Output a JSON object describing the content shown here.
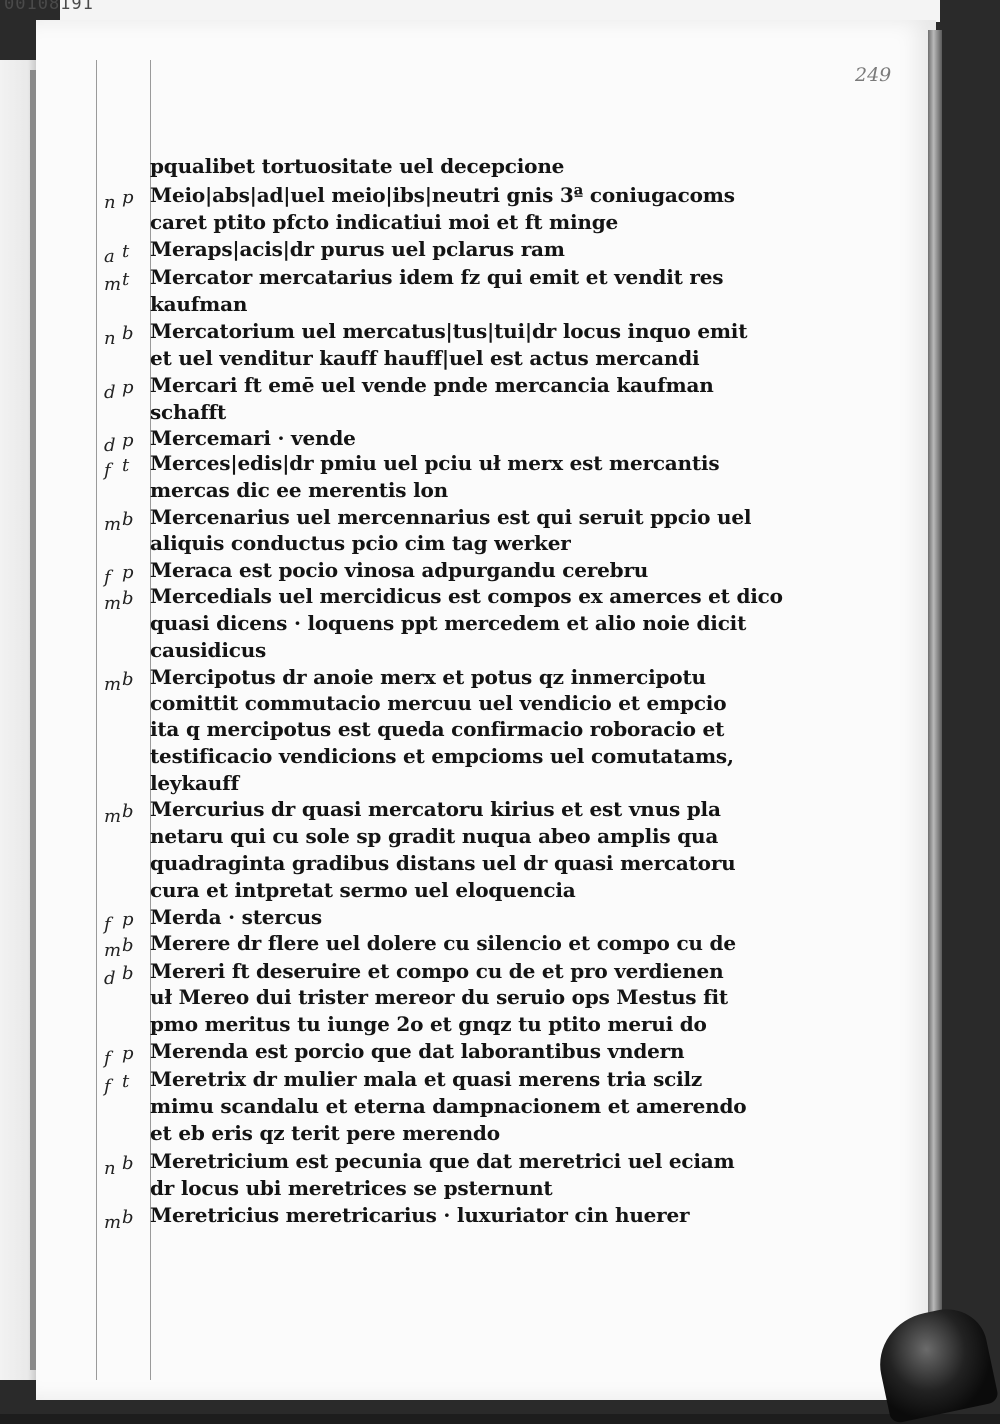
{
  "manuscript": {
    "archive_id": "00108191",
    "folio_number": "249",
    "entries": [
      {
        "m1": "",
        "m2": "",
        "text": "pqualibet tortuositate uel decepcione"
      },
      {
        "m1": "n",
        "m2": "p",
        "text": "Meio|abs|ad|uel meio|ibs|neutri gnis 3ª coniugacoms"
      },
      {
        "m1": "",
        "m2": "",
        "text": "caret ptito pfcto indicatiui moi et ft minge"
      },
      {
        "m1": "a",
        "m2": "t",
        "text": "Meraps|acis|dr purus uel pclarus ram"
      },
      {
        "m1": "m",
        "m2": "t",
        "text": "Mercator mercatarius idem fz qui emit et vendit res"
      },
      {
        "m1": "",
        "m2": "",
        "text": "kaufman"
      },
      {
        "m1": "n",
        "m2": "b",
        "text": "Mercatorium uel mercatus|tus|tui|dr locus inquo emit"
      },
      {
        "m1": "",
        "m2": "",
        "text": "et uel venditur kauff hauff|uel est actus mercandi"
      },
      {
        "m1": "d",
        "m2": "p",
        "text": "Mercari ft emē uel vende pnde mercancia kaufman"
      },
      {
        "m1": "",
        "m2": "",
        "text": "schafft"
      },
      {
        "m1": "d",
        "m2": "p",
        "text": "Mercemari · vende"
      },
      {
        "m1": "f",
        "m2": "t",
        "text": "Merces|edis|dr pmiu uel pciu uł merx est mercantis"
      },
      {
        "m1": "",
        "m2": "",
        "text": "mercas dic ee merentis lon"
      },
      {
        "m1": "m",
        "m2": "b",
        "text": "Mercenarius uel mercennarius est qui seruit ppcio uel"
      },
      {
        "m1": "",
        "m2": "",
        "text": "aliquis conductus pcio cim tag werker"
      },
      {
        "m1": "f",
        "m2": "p",
        "text": "Meraca est pocio vinosa adpurgandu cerebru"
      },
      {
        "m1": "m",
        "m2": "b",
        "text": "Mercedials uel mercidicus est compos ex amerces et dico"
      },
      {
        "m1": "",
        "m2": "",
        "text": "quasi dicens · loquens ppt mercedem et alio noie dicit"
      },
      {
        "m1": "",
        "m2": "",
        "text": "causidicus"
      },
      {
        "m1": "m",
        "m2": "b",
        "text": "Mercipotus dr anoie merx et potus qz inmercipotu"
      },
      {
        "m1": "",
        "m2": "",
        "text": "comittit commutacio mercuu uel vendicio et empcio"
      },
      {
        "m1": "",
        "m2": "",
        "text": "ita q mercipotus est queda confirmacio roboracio et"
      },
      {
        "m1": "",
        "m2": "",
        "text": "testificacio vendicions et empcioms uel comutatams,"
      },
      {
        "m1": "",
        "m2": "",
        "text": "leykauff"
      },
      {
        "m1": "m",
        "m2": "b",
        "text": "Mercurius dr quasi mercatoru kirius et est vnus pla"
      },
      {
        "m1": "",
        "m2": "",
        "text": "netaru qui cu sole sp gradit nuqua abeo amplis qua"
      },
      {
        "m1": "",
        "m2": "",
        "text": "quadraginta gradibus distans uel dr quasi mercatoru"
      },
      {
        "m1": "",
        "m2": "",
        "text": "cura et intpretat sermo uel eloquencia"
      },
      {
        "m1": "f",
        "m2": "p",
        "text": "Merda · stercus"
      },
      {
        "m1": "m",
        "m2": "b",
        "text": "Merere dr flere uel dolere cu silencio et compo cu de"
      },
      {
        "m1": "d",
        "m2": "b",
        "text": "Mereri ft deseruire et compo cu de et pro verdienen"
      },
      {
        "m1": "",
        "m2": "",
        "text": "uł Mereo dui trister mereor du seruio ops Mestus fit"
      },
      {
        "m1": "",
        "m2": "",
        "text": "pmo meritus tu iunge 2o et gnqz tu ptito merui do"
      },
      {
        "m1": "f",
        "m2": "p",
        "text": "Merenda est porcio que dat laborantibus vndern"
      },
      {
        "m1": "f",
        "m2": "t",
        "text": "Meretrix dr mulier mala et quasi merens tria scilz"
      },
      {
        "m1": "",
        "m2": "",
        "text": "mimu scandalu et eterna dampnacionem et amerendo"
      },
      {
        "m1": "",
        "m2": "",
        "text": "et eb eris qz terit pere merendo"
      },
      {
        "m1": "n",
        "m2": "b",
        "text": "Meretricium est pecunia que dat meretrici uel eciam"
      },
      {
        "m1": "",
        "m2": "",
        "text": "dr locus ubi meretrices se psternunt"
      },
      {
        "m1": "m",
        "m2": "b",
        "text": "Meretricius meretricarius · luxuriator cin huerer"
      }
    ]
  }
}
